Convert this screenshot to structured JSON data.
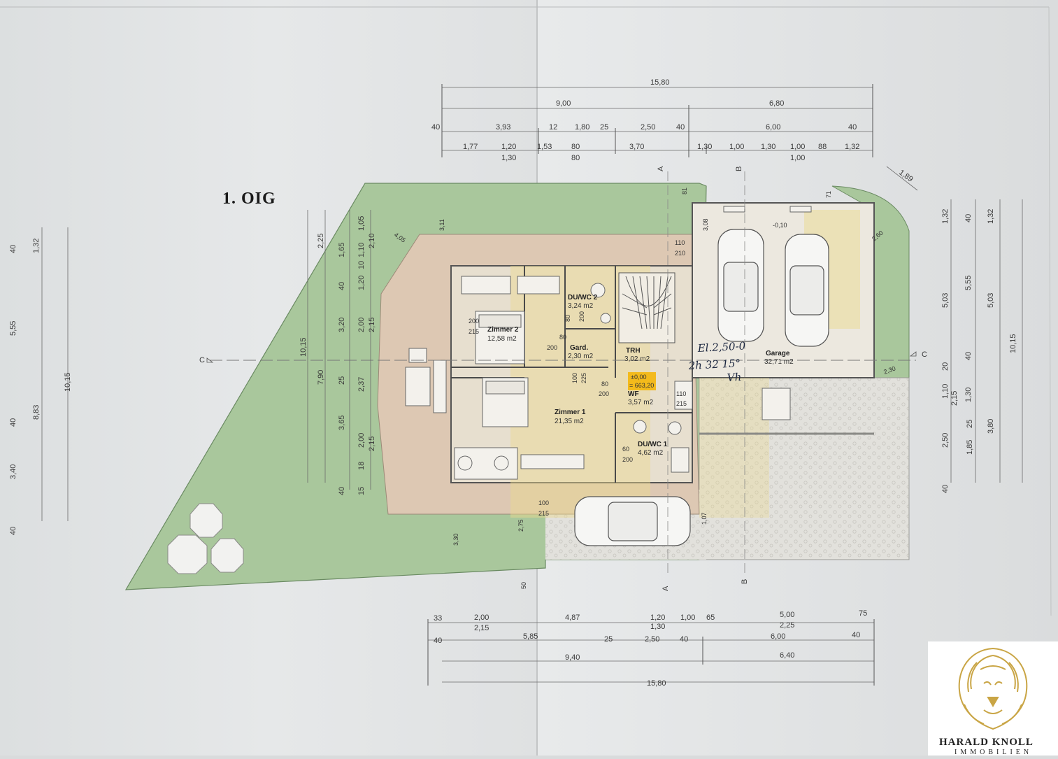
{
  "plan": {
    "title": "1. OIG",
    "top_dims": {
      "overall": "15,80",
      "row2": [
        "9,00",
        "6,80"
      ],
      "row3": [
        "40",
        "3,93",
        "12",
        "1,80",
        "25",
        "2,50",
        "40",
        "6,00",
        "40"
      ],
      "row4": [
        "1,77",
        "1,20",
        "1,53",
        "80",
        "3,70",
        "1,30",
        "1,00",
        "1,30",
        "1,00",
        "88",
        "1,32"
      ],
      "row4b": [
        "1,30",
        "80",
        "1,00"
      ],
      "diag": "1,89"
    },
    "bottom_dims": {
      "row1": [
        "33",
        "2,00",
        "4,87",
        "1,20",
        "1,00",
        "65",
        "5,00",
        "75"
      ],
      "row1b": [
        "2,15",
        "1,30",
        "2,25"
      ],
      "row2": [
        "40",
        "5,85",
        "25",
        "2,50",
        "40",
        "6,00",
        "40"
      ],
      "row3": [
        "9,40",
        "6,40"
      ],
      "overall": "15,80"
    },
    "left_dims": {
      "outer": "10,15",
      "col1": [
        "40",
        "1,32",
        "5,55",
        "8,83",
        "40",
        "3,40",
        "40"
      ],
      "col2": "10,15",
      "col3": [
        "7,90",
        "2,25"
      ],
      "col4": [
        "1,65",
        "40",
        "3,20",
        "25",
        "3,65",
        "18",
        "15",
        "40"
      ],
      "col5": [
        "1,05",
        "1,10",
        "10",
        "1,20",
        "2,00",
        "2,37",
        "2,00"
      ],
      "col6": [
        "2,10",
        "2,15",
        "2,15"
      ]
    },
    "right_dims": {
      "col1": [
        "1,32",
        "5,03",
        "20",
        "1,10",
        "25",
        "2,50",
        "1,85",
        "40"
      ],
      "col1b": [
        "2,15"
      ],
      "col2": [
        "40",
        "5,55",
        "40",
        "1,30",
        "3,80"
      ],
      "col3": [
        "1,32",
        "5,03"
      ],
      "outer": "10,15"
    },
    "rooms": [
      {
        "name": "Zimmer 2",
        "area": "12,58 m2"
      },
      {
        "name": "DU/WC 2",
        "area": "3,24 m2"
      },
      {
        "name": "Gard.",
        "area": "2,30 m2"
      },
      {
        "name": "TRH",
        "area": "3,02 m2"
      },
      {
        "name": "Garage",
        "area": "32,71 m2"
      },
      {
        "name": "WF",
        "area": "3,57 m2"
      },
      {
        "name": "Zimmer 1",
        "area": "21,35 m2"
      },
      {
        "name": "DU/WC 1",
        "area": "4,62 m2"
      }
    ],
    "level": {
      "zero": "±0,00",
      "abs": "= 663,20"
    },
    "garage_level": "-0,10",
    "door_labels": [
      "200",
      "215",
      "80",
      "200",
      "110",
      "210",
      "100",
      "225",
      "80",
      "200",
      "110",
      "215",
      "60",
      "200",
      "100",
      "215",
      "80",
      "200"
    ],
    "misc_labels": [
      "4,05",
      "3,11",
      "3,08",
      "2,30",
      "3,30",
      "2,75",
      "50",
      "1,07",
      "81",
      "71",
      "2,60"
    ],
    "section_marks": {
      "a": "A",
      "b": "B",
      "c": "C"
    },
    "handwriting": [
      "El.2,50-0",
      "2h 32 15°",
      "Vh"
    ]
  },
  "logo": {
    "name": "HARALD KNOLL",
    "sub": "IMMOBILIEN"
  },
  "colors": {
    "paper": "#e3e5e6",
    "garden": "#a7c49a",
    "terrace": "#dfcbb5",
    "interior": "#e4dbc9",
    "highlight_yellow": "#e8d98a",
    "level_highlight": "#f4b400",
    "logo_gold": "#c9a545"
  }
}
